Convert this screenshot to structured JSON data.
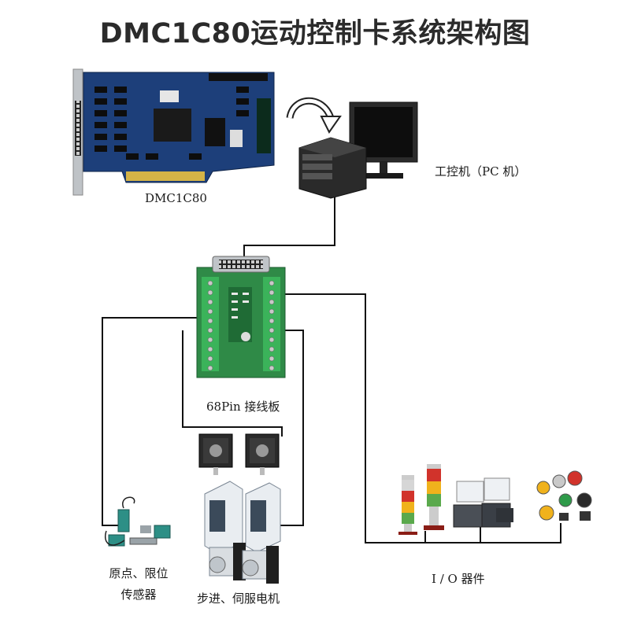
{
  "title": "DMC1C80运动控制卡系统架构图",
  "labels": {
    "card": "DMC1C80",
    "pc": "工控机（PC 机）",
    "terminal_board": "68Pin 接线板",
    "sensors_line1": "原点、限位",
    "sensors_line2": "传感器",
    "motors": "步进、伺服电机",
    "io": "I / O  器件"
  },
  "colors": {
    "pcb_blue": "#1d3f7a",
    "pcb_green": "#1f7a3a",
    "terminal_green": "#2f9b4a",
    "wire": "#111111",
    "motor_dark": "#2a2a2a",
    "drive_white": "#e9edf1",
    "signal_red": "#d1332b",
    "signal_yellow": "#f0b21c"
  },
  "icons": [
    "motion-card",
    "industrial-pc",
    "monitor",
    "terminal-board",
    "stepper-motor",
    "servo-drive",
    "servo-motor",
    "proximity-sensor",
    "signal-tower",
    "solenoid-valve",
    "push-button"
  ]
}
